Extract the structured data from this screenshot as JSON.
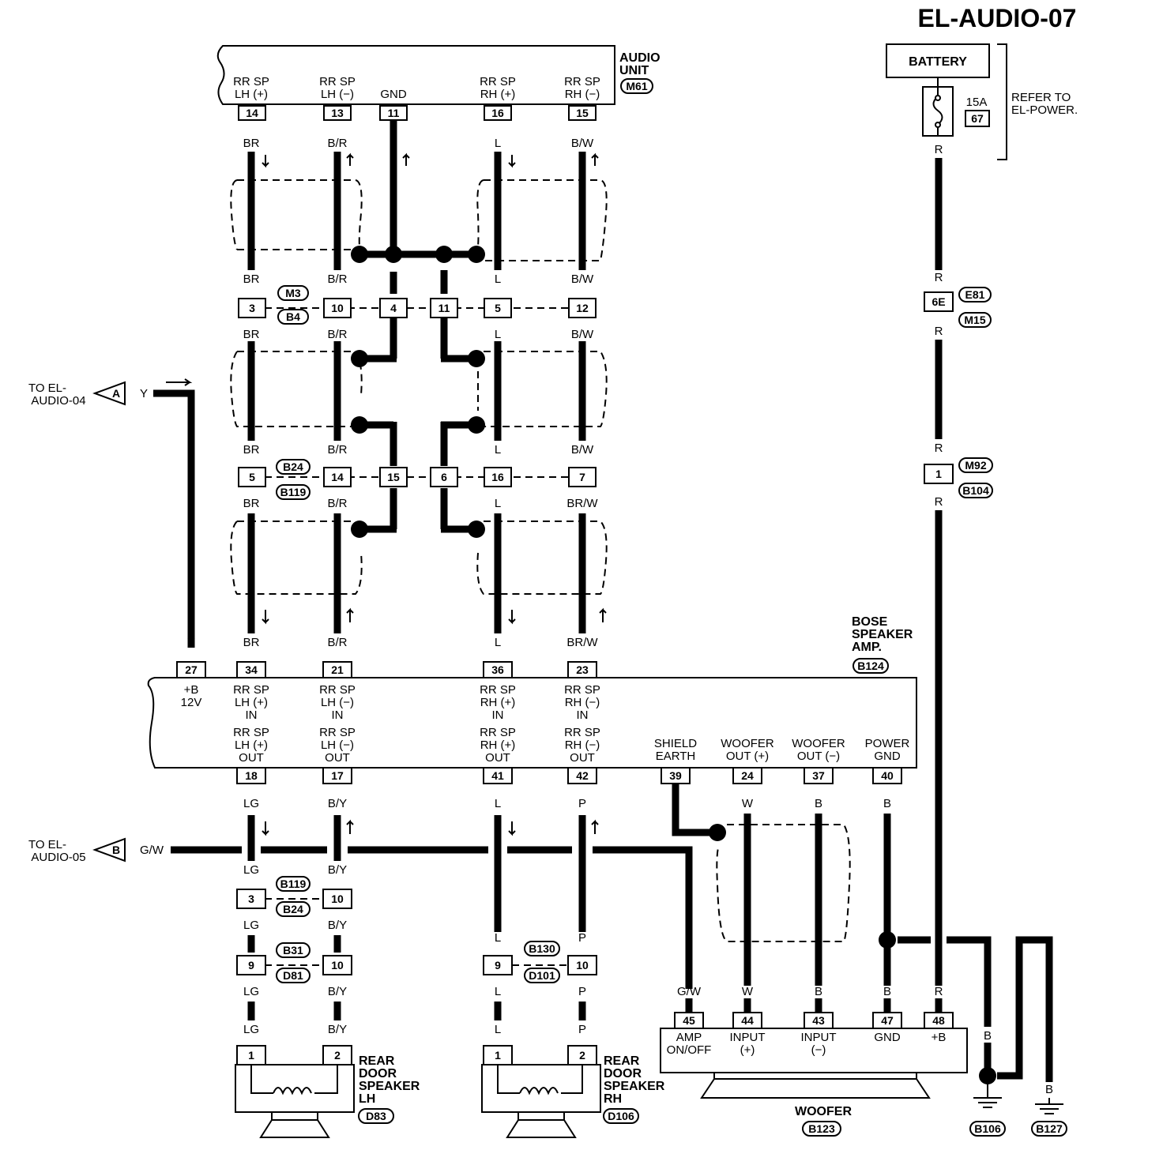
{
  "title": "EL-AUDIO-07",
  "audio_unit": {
    "label1": "AUDIO",
    "label2": "UNIT",
    "connector": "M61",
    "pins": [
      {
        "pin": "14",
        "l1": "RR SP",
        "l2": "LH (+)",
        "wire": "BR"
      },
      {
        "pin": "13",
        "l1": "RR SP",
        "l2": "LH (−)",
        "wire": "B/R"
      },
      {
        "pin": "11",
        "l1": "",
        "l2": "GND",
        "wire": ""
      },
      {
        "pin": "16",
        "l1": "RR SP",
        "l2": "RH (+)",
        "wire": "L"
      },
      {
        "pin": "15",
        "l1": "RR SP",
        "l2": "RH (−)",
        "wire": "B/W"
      }
    ]
  },
  "battery": {
    "label": "BATTERY",
    "fuse_amp": "15A",
    "fuse_no": "67",
    "refer1": "REFER TO",
    "refer2": "EL-POWER."
  },
  "batt_wires": [
    "R",
    "R",
    "R",
    "R",
    "R"
  ],
  "batt_conn": [
    {
      "pin": "6E",
      "c1": "E81",
      "c2": "M15"
    },
    {
      "pin": "1",
      "c1": "M92",
      "c2": "B104"
    }
  ],
  "joint1": {
    "c1": "M3",
    "c2": "B4",
    "pins": [
      "3",
      "10",
      "4",
      "11",
      "5",
      "12"
    ]
  },
  "joint1_wires": [
    "BR",
    "B/R",
    "L",
    "B/W"
  ],
  "joint1_wires_below": [
    "BR",
    "B/R",
    "L",
    "B/W"
  ],
  "joint2": {
    "c1": "B24",
    "c2": "B119",
    "pins": [
      "5",
      "14",
      "15",
      "6",
      "16",
      "7"
    ]
  },
  "joint2_wires": [
    "BR",
    "B/R",
    "L",
    "B/W"
  ],
  "joint2_wires_below": [
    "BR",
    "B/R",
    "L",
    "BR/W"
  ],
  "amp_in_wires": [
    "Y",
    "BR",
    "B/R",
    "L",
    "BR/W"
  ],
  "to_a": {
    "l1": "TO EL-",
    "l2": "AUDIO-04",
    "flag": "A",
    "wire": "Y"
  },
  "to_b": {
    "l1": "TO EL-",
    "l2": "AUDIO-05",
    "flag": "B",
    "wire": "G/W"
  },
  "bose": {
    "l1": "BOSE",
    "l2": "SPEAKER",
    "l3": "AMP.",
    "connector": "B124",
    "top_pins": [
      {
        "pin": "27",
        "l1": "+B",
        "l2": "12V",
        "l3": ""
      },
      {
        "pin": "34",
        "l1": "RR SP",
        "l2": "LH (+)",
        "l3": "IN"
      },
      {
        "pin": "21",
        "l1": "RR SP",
        "l2": "LH (−)",
        "l3": "IN"
      },
      {
        "pin": "36",
        "l1": "RR SP",
        "l2": "RH (+)",
        "l3": "IN"
      },
      {
        "pin": "23",
        "l1": "RR SP",
        "l2": "RH (−)",
        "l3": "IN"
      }
    ],
    "bottom_pins": [
      {
        "pin": "18",
        "l1": "RR SP",
        "l2": "LH (+)",
        "l3": "OUT"
      },
      {
        "pin": "17",
        "l1": "RR SP",
        "l2": "LH (−)",
        "l3": "OUT"
      },
      {
        "pin": "41",
        "l1": "RR SP",
        "l2": "RH (+)",
        "l3": "OUT"
      },
      {
        "pin": "42",
        "l1": "RR SP",
        "l2": "RH (−)",
        "l3": "OUT"
      },
      {
        "pin": "39",
        "l1": "SHIELD",
        "l2": "EARTH",
        "l3": ""
      },
      {
        "pin": "24",
        "l1": "WOOFER",
        "l2": "OUT (+)",
        "l3": ""
      },
      {
        "pin": "37",
        "l1": "WOOFER",
        "l2": "OUT (−)",
        "l3": ""
      },
      {
        "pin": "40",
        "l1": "POWER",
        "l2": "GND",
        "l3": ""
      }
    ]
  },
  "out_wires": [
    "LG",
    "B/Y",
    "L",
    "P",
    "W",
    "B",
    "B"
  ],
  "lower_conn1": {
    "c1": "B119",
    "c2": "B24",
    "pins": [
      "3",
      "10"
    ],
    "above": [
      "LG",
      "B/Y"
    ],
    "below": [
      "LG",
      "B/Y"
    ]
  },
  "lower_conn2": {
    "c1": "B31",
    "c2": "D81",
    "pins": [
      "9",
      "10"
    ],
    "below": [
      "LG",
      "B/Y"
    ]
  },
  "lower_conn3": {
    "c1": "B130",
    "c2": "D101",
    "pins": [
      "9",
      "10"
    ],
    "above": [
      "L",
      "P"
    ],
    "below": [
      "L",
      "P"
    ]
  },
  "spk_wires": [
    "LG",
    "B/Y",
    "L",
    "P"
  ],
  "spk_lh": {
    "l1": "REAR",
    "l2": "DOOR",
    "l3": "SPEAKER",
    "l4": "LH",
    "connector": "D83",
    "pins": [
      "1",
      "2"
    ]
  },
  "spk_rh": {
    "l1": "REAR",
    "l2": "DOOR",
    "l3": "SPEAKER",
    "l4": "RH",
    "connector": "D106",
    "pins": [
      "1",
      "2"
    ]
  },
  "woofer": {
    "label": "WOOFER",
    "connector": "B123",
    "wires": [
      "G/W",
      "W",
      "B",
      "B",
      "R"
    ],
    "pins": [
      {
        "pin": "45",
        "l1": "AMP",
        "l2": "ON/OFF"
      },
      {
        "pin": "44",
        "l1": "INPUT",
        "l2": "(+)"
      },
      {
        "pin": "43",
        "l1": "INPUT",
        "l2": "(−)"
      },
      {
        "pin": "47",
        "l1": "GND",
        "l2": ""
      },
      {
        "pin": "48",
        "l1": "+B",
        "l2": ""
      }
    ]
  },
  "grounds": [
    {
      "wire": "B",
      "connector": "B106"
    },
    {
      "wire": "B",
      "connector": "B127"
    }
  ],
  "ground_wire2": "B",
  "colors": {
    "line": "#000000",
    "background": "#ffffff"
  }
}
